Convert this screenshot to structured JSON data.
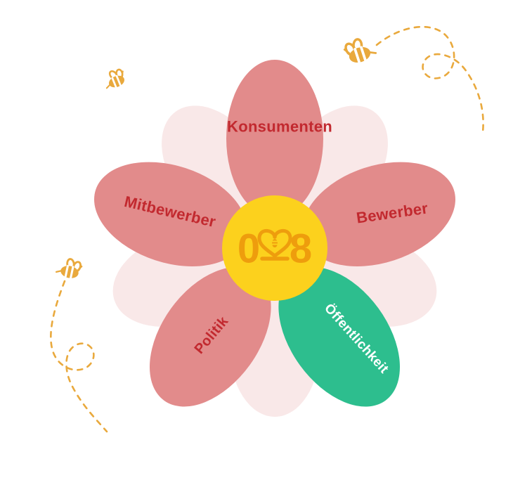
{
  "page": {
    "background_color": "#FFFFFF"
  },
  "flower": {
    "center": {
      "logo_text": "028",
      "left_digit": "0",
      "right_digit": "8",
      "circle_color": "#FCD11D",
      "logo_color": "#EE9D0D"
    },
    "petals": [
      {
        "label": "Konsumenten",
        "fill": "#E28B8B",
        "text_color": "#C2292F"
      },
      {
        "label": "Mitbewerber",
        "fill": "#E28B8B",
        "text_color": "#C2292F"
      },
      {
        "label": "Bewerber",
        "fill": "#E28B8B",
        "text_color": "#C2292F"
      },
      {
        "label": "Politik",
        "fill": "#E28B8B",
        "text_color": "#C2292F"
      },
      {
        "label": "Öffentlichkeit",
        "fill": "#2DBE8E",
        "text_color": "#FFFFFF"
      }
    ],
    "background_petal_color": "#F9E8E8"
  },
  "decorations": {
    "bee_color": "#E9A93D",
    "bees": [
      "bee-top-right",
      "bee-mid-left",
      "bee-bottom-left"
    ]
  }
}
